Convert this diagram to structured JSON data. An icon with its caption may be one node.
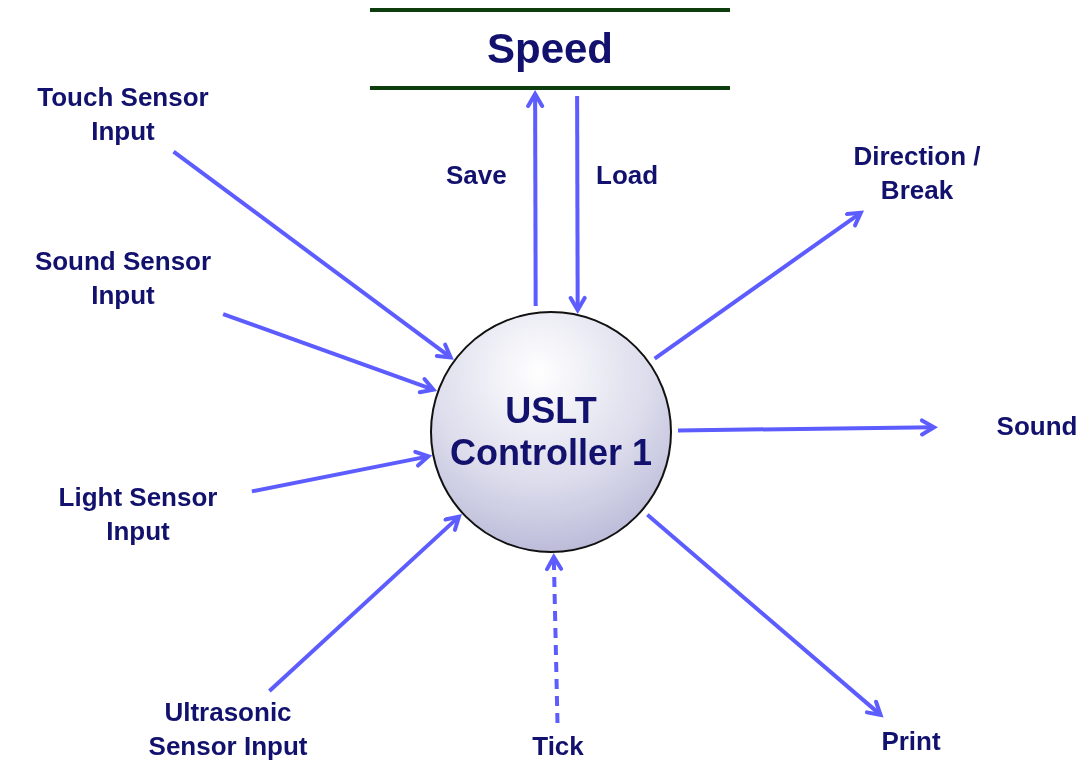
{
  "diagram": {
    "nodes": [
      {
        "text": [
          "Touch Sensor Input"
        ]
      },
      {
        "text": [
          "Sound Sensor Input"
        ]
      },
      {
        "text": [
          "Light Sensor Input"
        ]
      },
      {
        "text": [
          "Ultrasonic Sensor Input"
        ]
      },
      {
        "text": [
          "Tick"
        ]
      },
      {
        "text": [
          "USLT Controller 1"
        ]
      },
      {
        "text": [
          "Speed"
        ]
      },
      {
        "text": [
          "Direction / Break"
        ]
      },
      {
        "text": [
          "Sound"
        ]
      },
      {
        "text": [
          "Print"
        ]
      }
    ],
    "edges": [
      {
        "from": 0,
        "to": 5,
        "arrow": "to"
      },
      {
        "from": 1,
        "to": 5,
        "arrow": "to"
      },
      {
        "from": 2,
        "to": 5,
        "arrow": "to"
      },
      {
        "from": 3,
        "to": 5,
        "arrow": "to"
      },
      {
        "from": 4,
        "to": 5,
        "arrow": "to",
        "style": "dashed"
      },
      {
        "from": 5,
        "to": 6,
        "arrow": "to",
        "label": "Save"
      },
      {
        "from": 6,
        "to": 5,
        "arrow": "to",
        "label": "Load"
      },
      {
        "from": 5,
        "to": 7,
        "arrow": "to"
      },
      {
        "from": 5,
        "to": 8,
        "arrow": "to"
      },
      {
        "from": 5,
        "to": 9,
        "arrow": "to"
      }
    ]
  }
}
